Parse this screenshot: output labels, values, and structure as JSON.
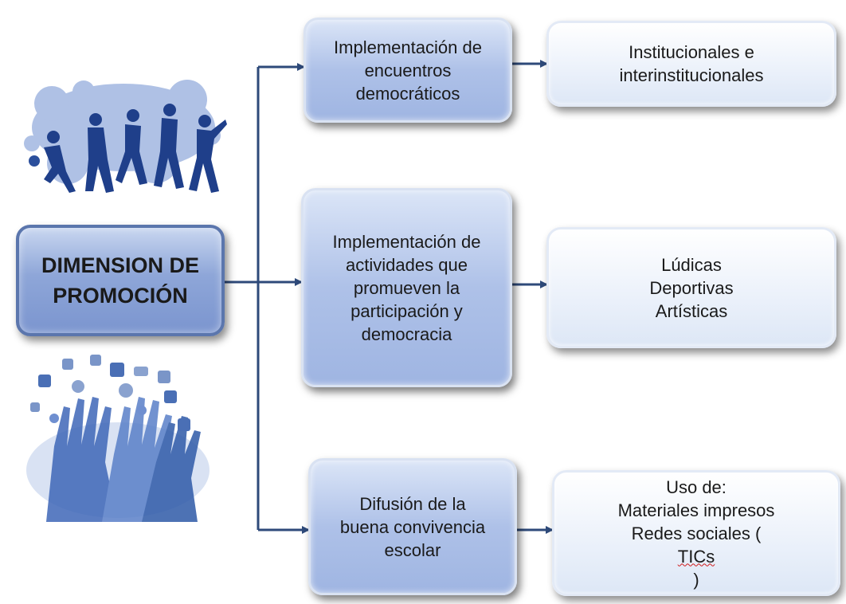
{
  "root": {
    "lines": [
      "DIMENSION DE",
      "PROMOCIÓN"
    ]
  },
  "branches": [
    {
      "lines": [
        "Implementación de",
        "encuentros",
        "democráticos"
      ],
      "detail": [
        "Institucionales e",
        "interinstitucionales"
      ]
    },
    {
      "lines": [
        "Implementación de",
        "actividades que",
        "promueven la",
        "participación y",
        "democracia"
      ],
      "detail": [
        "Lúdicas",
        "Deportivas",
        "Artísticas"
      ]
    },
    {
      "lines": [
        "Difusión de la",
        "buena convivencia",
        "escolar"
      ],
      "detail": [
        "Uso de:",
        "Materiales impresos",
        "Redes sociales (",
        "TICs",
        ")"
      ]
    }
  ],
  "colors": {
    "connector": "#2e4a7a",
    "splash": "#6f8fd0",
    "silhouette": "#1f3f8a",
    "hands": "#3f67b8"
  },
  "icons": {
    "top_illustration": "sports-silhouettes-illustration",
    "bottom_illustration": "raised-hands-social-media-illustration"
  }
}
